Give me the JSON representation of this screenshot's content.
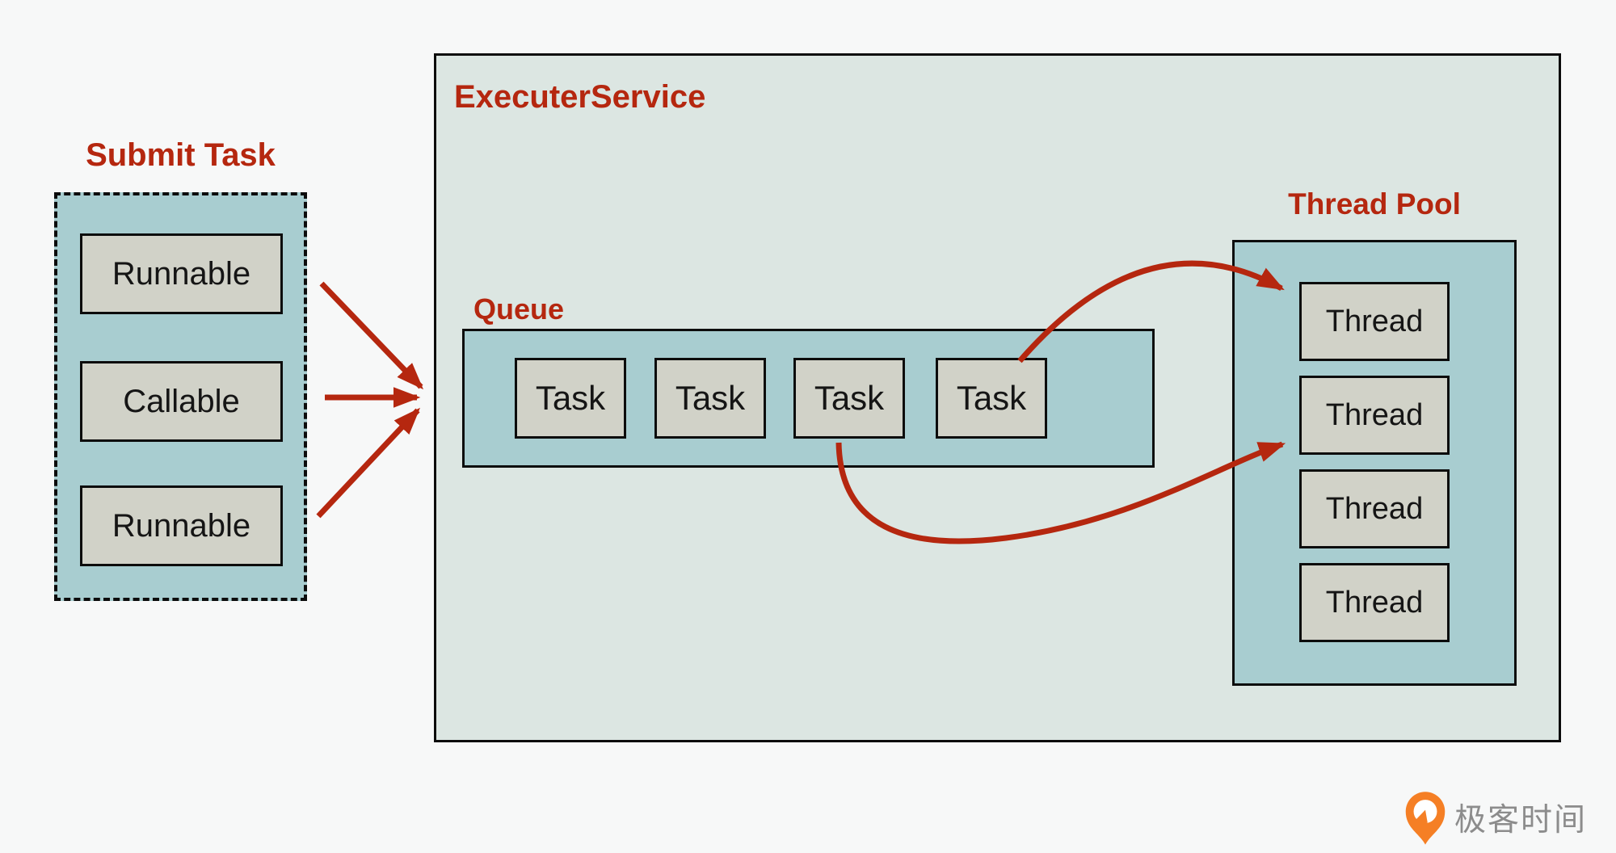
{
  "diagram": {
    "submit": {
      "title": "Submit Task",
      "items": [
        "Runnable",
        "Callable",
        "Runnable"
      ]
    },
    "executor": {
      "title": "ExecuterService"
    },
    "queue": {
      "title": "Queue",
      "tasks": [
        "Task",
        "Task",
        "Task",
        "Task"
      ]
    },
    "thread_pool": {
      "title": "Thread Pool",
      "threads": [
        "Thread",
        "Thread",
        "Thread",
        "Thread"
      ]
    },
    "branding": {
      "logo_text": "极客时间"
    },
    "colors": {
      "accent_red": "#b5270f",
      "teal_fill": "#a8cdd0",
      "panel_fill": "#dce6e2",
      "node_fill": "#d1d2c8",
      "border_black": "#0c0c0c",
      "logo_orange": "#f57f25",
      "logo_text_gray": "#8c8c8c",
      "background": "#f7f8f8"
    }
  }
}
